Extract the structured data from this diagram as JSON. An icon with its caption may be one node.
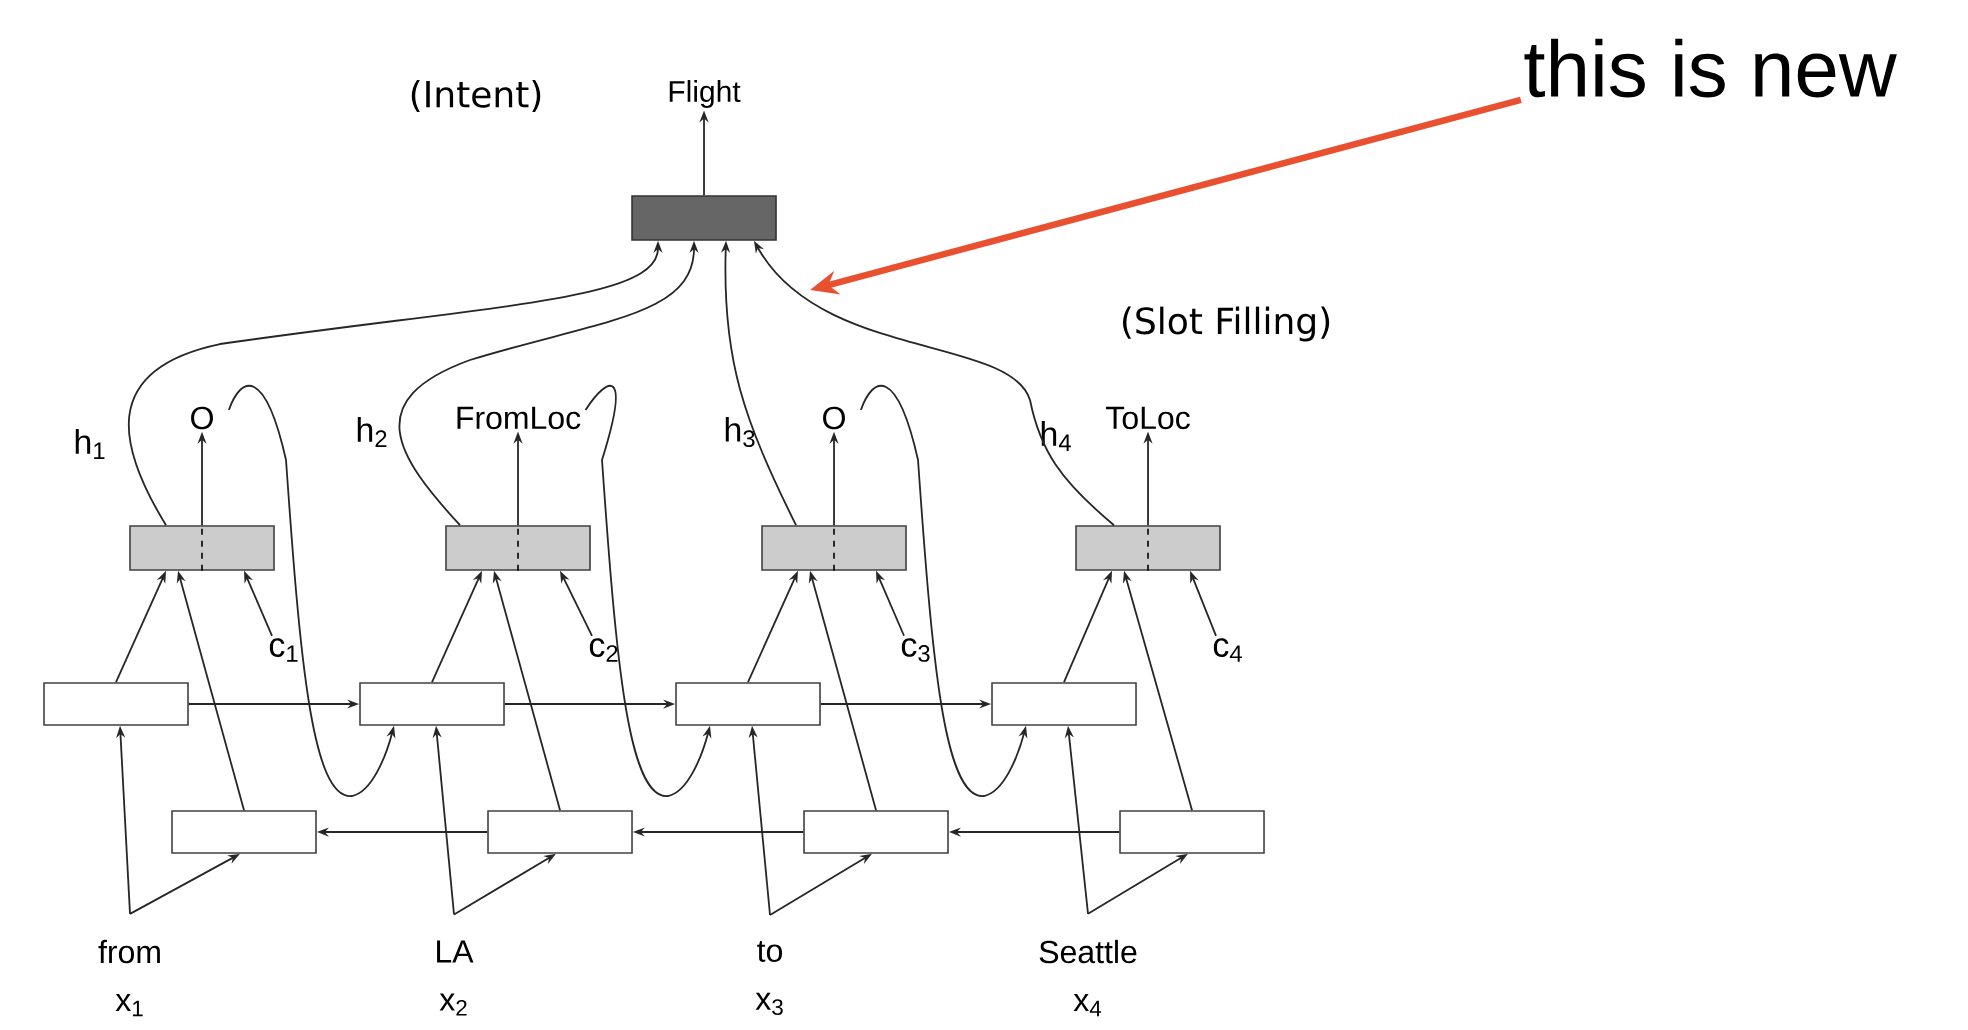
{
  "diagram": {
    "nodes": [
      {
        "text": [],
        "shape": "box"
      },
      {
        "text": [
          "Flight"
        ]
      },
      {
        "text": [
          "this is new"
        ]
      },
      {
        "text": [
          "O"
        ]
      },
      {
        "text": [
          "FromLoc"
        ]
      },
      {
        "text": [
          "O"
        ]
      },
      {
        "text": [
          "ToLoc"
        ]
      },
      {
        "text": [],
        "shape": "box"
      },
      {
        "text": [],
        "shape": "box"
      },
      {
        "text": [],
        "shape": "box"
      },
      {
        "text": [],
        "shape": "box"
      },
      {
        "text": [
          "c$_{1}$"
        ]
      },
      {
        "text": [
          "c$_{2}$"
        ]
      },
      {
        "text": [
          "c$_{3}$"
        ]
      },
      {
        "text": [
          "c$_{4}$"
        ]
      },
      {
        "text": [],
        "shape": "box"
      },
      {
        "text": [],
        "shape": "box"
      },
      {
        "text": [],
        "shape": "box"
      },
      {
        "text": [],
        "shape": "box"
      },
      {
        "text": [],
        "shape": "box"
      },
      {
        "text": [],
        "shape": "box"
      },
      {
        "text": [],
        "shape": "box"
      },
      {
        "text": [],
        "shape": "box"
      },
      {
        "text": [
          "from",
          "x$_{1}$"
        ]
      },
      {
        "text": [
          "LA",
          "x$_{2}$"
        ]
      },
      {
        "text": [
          "to",
          "x$_{3}$"
        ]
      },
      {
        "text": [
          "Seattle",
          "x$_{4}$"
        ]
      }
    ],
    "edges": [
      {
        "from": 0,
        "to": 1,
        "arrow": "to"
      },
      {
        "from": 2,
        "to": null,
        "arrow": "to",
        "style": "thick",
        "color": "#e8502f"
      },
      {
        "from": 7,
        "to": 3,
        "arrow": "to"
      },
      {
        "from": 15,
        "to": 7,
        "arrow": "to"
      },
      {
        "from": 19,
        "to": 7,
        "arrow": "to"
      },
      {
        "from": 11,
        "to": 7,
        "arrow": "to"
      },
      {
        "from": 23,
        "to": 15,
        "arrow": "to"
      },
      {
        "from": 23,
        "to": 19,
        "arrow": "to"
      },
      {
        "from": 7,
        "to": 0,
        "arrow": "to"
      },
      {
        "from": 8,
        "to": 4,
        "arrow": "to"
      },
      {
        "from": 16,
        "to": 8,
        "arrow": "to"
      },
      {
        "from": 20,
        "to": 8,
        "arrow": "to"
      },
      {
        "from": 12,
        "to": 8,
        "arrow": "to"
      },
      {
        "from": 24,
        "to": 16,
        "arrow": "to"
      },
      {
        "from": 24,
        "to": 20,
        "arrow": "to"
      },
      {
        "from": 8,
        "to": 0,
        "arrow": "to"
      },
      {
        "from": 9,
        "to": 5,
        "arrow": "to"
      },
      {
        "from": 17,
        "to": 9,
        "arrow": "to"
      },
      {
        "from": 21,
        "to": 9,
        "arrow": "to"
      },
      {
        "from": 13,
        "to": 9,
        "arrow": "to"
      },
      {
        "from": 25,
        "to": 17,
        "arrow": "to"
      },
      {
        "from": 25,
        "to": 21,
        "arrow": "to"
      },
      {
        "from": 9,
        "to": 0,
        "arrow": "to"
      },
      {
        "from": 10,
        "to": 6,
        "arrow": "to"
      },
      {
        "from": 18,
        "to": 10,
        "arrow": "to"
      },
      {
        "from": 22,
        "to": 10,
        "arrow": "to"
      },
      {
        "from": 14,
        "to": 10,
        "arrow": "to"
      },
      {
        "from": 26,
        "to": 18,
        "arrow": "to"
      },
      {
        "from": 26,
        "to": 22,
        "arrow": "to"
      },
      {
        "from": 10,
        "to": 0,
        "arrow": "to"
      },
      {
        "from": 15,
        "to": 16,
        "arrow": "to"
      },
      {
        "from": 16,
        "to": 17,
        "arrow": "to"
      },
      {
        "from": 17,
        "to": 18,
        "arrow": "to"
      },
      {
        "from": 20,
        "to": 19,
        "arrow": "to"
      },
      {
        "from": 21,
        "to": 20,
        "arrow": "to"
      },
      {
        "from": 22,
        "to": 21,
        "arrow": "to"
      },
      {
        "from": 3,
        "to": 16,
        "arrow": "to"
      },
      {
        "from": 4,
        "to": 17,
        "arrow": "to"
      },
      {
        "from": 5,
        "to": 18,
        "arrow": "to"
      }
    ],
    "labels": [
      "(Intent)",
      "(Slot Filling)",
      "h$_{1}$",
      "h$_{2}$",
      "h$_{3}$",
      "h$_{4}$"
    ]
  }
}
